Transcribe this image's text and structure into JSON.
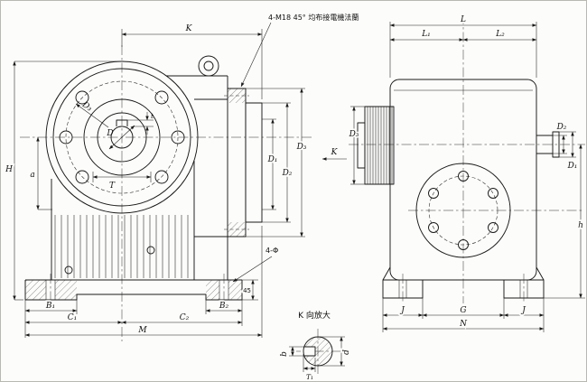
{
  "labels": {
    "front": {
      "K": "K",
      "H": "H",
      "a": "a",
      "D3_bolt_circle": "D₃",
      "D_bore": "D",
      "t_key": "t",
      "T_hub": "T",
      "B1": "B₁",
      "C1": "C₁",
      "C2": "C₂",
      "B2": "B₂",
      "M": "M",
      "foot_height": "45",
      "foot_holes": "4-Φ"
    },
    "flange_note": "4-M18 45° 均布接電機法蘭",
    "flange_stack": {
      "D1": "D₁",
      "D2": "D₂",
      "D3": "D₃"
    },
    "view_direction": "K",
    "side": {
      "L": "L",
      "L1": "L₁",
      "L2": "L₂",
      "D3_coupling": "D₃",
      "D2_shaft": "D₂",
      "D1_shaft": "D₁",
      "h": "h",
      "J_left": "J",
      "G": "G",
      "J_right": "J",
      "N": "N"
    },
    "detail": {
      "title": "K 向放大",
      "b": "b",
      "d": "d",
      "T1": "T₁"
    }
  }
}
